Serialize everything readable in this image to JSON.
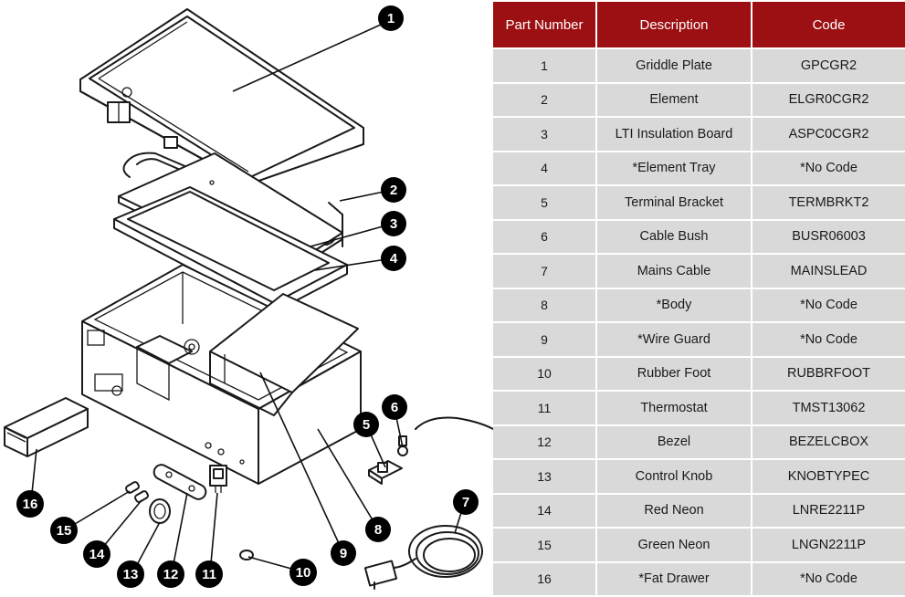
{
  "table": {
    "headers": [
      "Part Number",
      "Description",
      "Code"
    ],
    "rows": [
      {
        "part": "1",
        "description": "Griddle Plate",
        "code": "GPCGR2"
      },
      {
        "part": "2",
        "description": "Element",
        "code": "ELGR0CGR2"
      },
      {
        "part": "3",
        "description": "LTI Insulation Board",
        "code": "ASPC0CGR2"
      },
      {
        "part": "4",
        "description": "*Element Tray",
        "code": "*No Code"
      },
      {
        "part": "5",
        "description": "Terminal Bracket",
        "code": "TERMBRKT2"
      },
      {
        "part": "6",
        "description": "Cable Bush",
        "code": "BUSR06003"
      },
      {
        "part": "7",
        "description": "Mains Cable",
        "code": "MAINSLEAD"
      },
      {
        "part": "8",
        "description": "*Body",
        "code": "*No Code"
      },
      {
        "part": "9",
        "description": "*Wire Guard",
        "code": "*No Code"
      },
      {
        "part": "10",
        "description": "Rubber Foot",
        "code": "RUBBRFOOT"
      },
      {
        "part": "11",
        "description": "Thermostat",
        "code": "TMST13062"
      },
      {
        "part": "12",
        "description": "Bezel",
        "code": "BEZELCBOX"
      },
      {
        "part": "13",
        "description": "Control Knob",
        "code": "KNOBTYPEC"
      },
      {
        "part": "14",
        "description": "Red Neon",
        "code": "LNRE2211P"
      },
      {
        "part": "15",
        "description": "Green Neon",
        "code": "LNGN2211P"
      },
      {
        "part": "16",
        "description": "*Fat Drawer",
        "code": "*No Code"
      }
    ]
  },
  "diagram": {
    "callouts": [
      "1",
      "2",
      "3",
      "4",
      "5",
      "6",
      "7",
      "8",
      "9",
      "10",
      "11",
      "12",
      "13",
      "14",
      "15",
      "16"
    ]
  },
  "colors": {
    "header_bg": "#9c0f13",
    "cell_bg": "#d9d9d9"
  }
}
